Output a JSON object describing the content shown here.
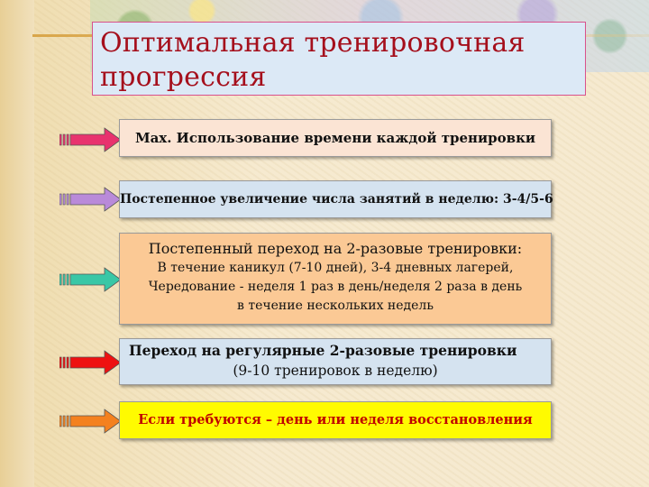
{
  "title": {
    "line1": "Оптимальная тренировочная",
    "line2": "прогрессия"
  },
  "colors": {
    "title_text": "#a50f1c",
    "title_box": "#dce9f6",
    "arrow1": "#e8336e",
    "arrow2": "#b98ad9",
    "arrow3": "#39c7a6",
    "arrow4": "#ee1111",
    "arrow5": "#f4811f"
  },
  "steps": [
    {
      "text": "Max. Использование времени каждой тренировки"
    },
    {
      "text": "Постепенное увеличение числа занятий в неделю: 3-4/5-6"
    },
    {
      "heading": "Постепенный переход на 2-разовые тренировки:",
      "lines": [
        "В течение каникул (7-10 дней), 3-4 дневных лагерей,",
        "Чередование - неделя 1 раз в день/неделя 2 раза в день",
        "в течение нескольких недель"
      ]
    },
    {
      "heading": "Переход на регулярные 2-разовые тренировки",
      "sub": "(9-10 тренировок в неделю)"
    },
    {
      "text": "Если требуются – день или неделя восстановления"
    }
  ]
}
